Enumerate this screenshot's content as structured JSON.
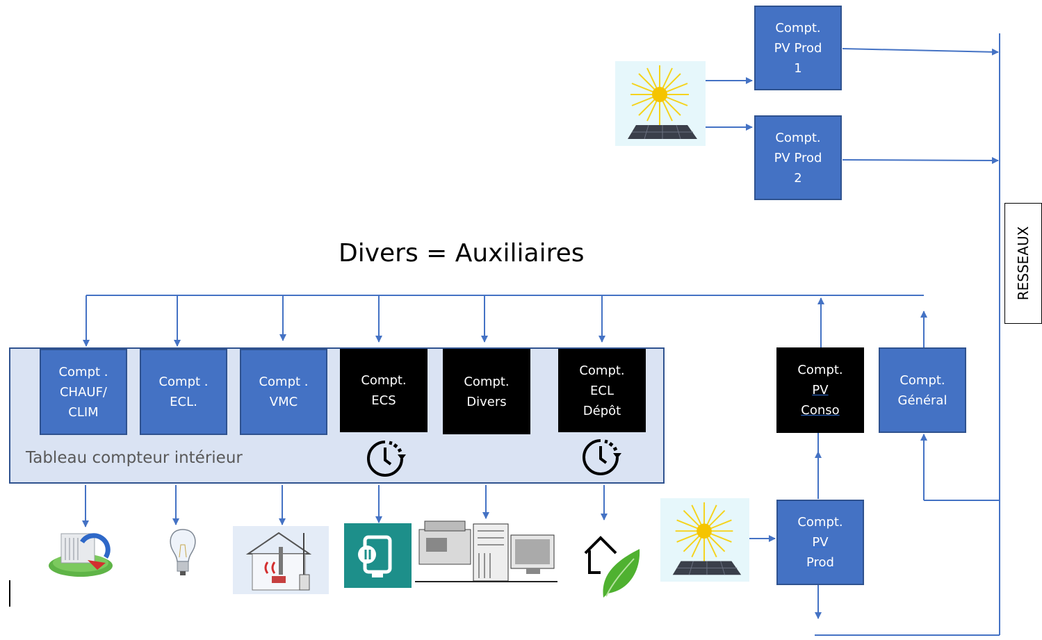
{
  "subtitle": "Divers = Auxiliaires",
  "panel_label": "Tableau compteur intérieur",
  "network_label": "RESSEAUX",
  "meters": {
    "chauf_clim": [
      "Compt .",
      "CHAUF/",
      "CLIM"
    ],
    "ecl": [
      "Compt .",
      "ECL."
    ],
    "vmc": [
      "Compt .",
      "VMC"
    ],
    "ecs": [
      "Compt.",
      "ECS"
    ],
    "divers": [
      "Compt.",
      "Divers"
    ],
    "ecl_depot": [
      "Compt.",
      "ECL",
      "Dépôt"
    ],
    "pv_conso": [
      "Compt.",
      "PV",
      "Conso"
    ],
    "general": [
      "Compt.",
      "Général"
    ],
    "pv_prod": [
      "Compt.",
      "PV",
      "Prod"
    ],
    "pv_prod_1": [
      "Compt.",
      "PV Prod",
      "1"
    ],
    "pv_prod_2": [
      "Compt.",
      "PV Prod",
      "2"
    ]
  },
  "colors": {
    "meter_blue": "#4472c4",
    "meter_black": "#000000",
    "panel_fill": "#dae3f3",
    "arrow": "#4472c4"
  },
  "icons": {
    "chauf": "heat-pump-icon",
    "ecl": "light-bulb-icon",
    "vmc": "ventilated-house-icon",
    "ecs": "water-heater-icon",
    "divers": "office-equipment-icon",
    "depot": "eco-house-icon",
    "solar": "solar-panel-icon",
    "timer": "timer-clock-icon"
  }
}
